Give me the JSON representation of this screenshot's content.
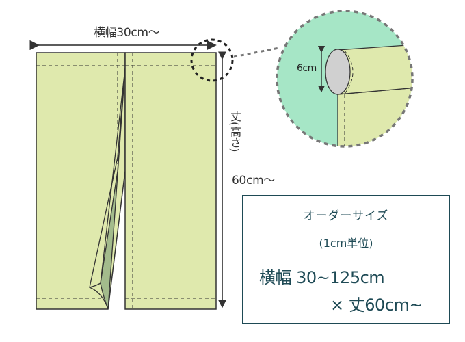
{
  "diagram": {
    "type": "noren-curtain-size-diagram",
    "colors": {
      "fabric": "#dfe9ad",
      "fabric_inner": "#a3bb8c",
      "zoom_bg": "#a6e6c6",
      "rod_end": "#d0d0d0",
      "outline": "#333333",
      "zoom_dash": "#777777",
      "box_border": "#1e4a55",
      "box_text": "#1e4a55"
    },
    "dimensions": {
      "width_label": "横幅30cm〜",
      "height_label_vertical": "丈(高さ)",
      "height_label_value": "60cm〜"
    },
    "detail_callout": {
      "rod_pocket_label": "6cm"
    },
    "order_size_box": {
      "title": "オーダーサイズ",
      "unit_note": "(1cm単位)",
      "width_range": "横幅 30~125cm",
      "height_range": "× 丈60cm~"
    }
  }
}
